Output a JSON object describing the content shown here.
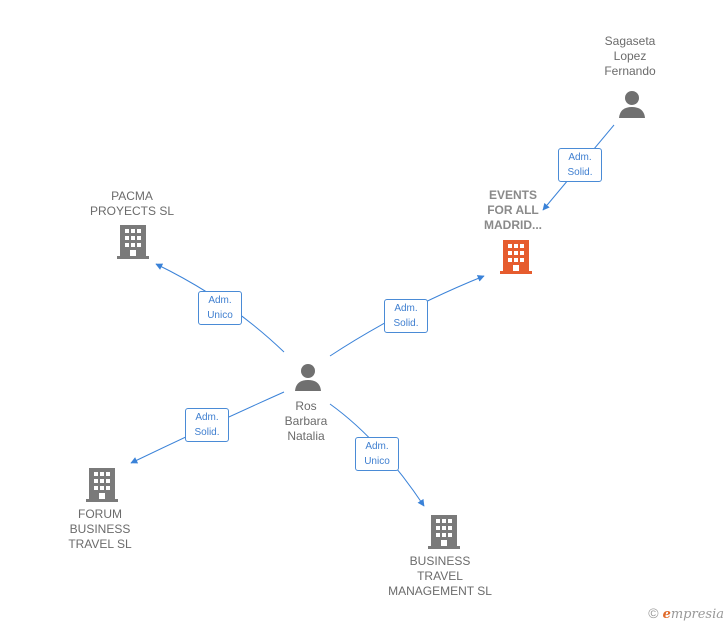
{
  "colors": {
    "link": "#3a82d8",
    "building": "#7a7a7a",
    "building_focus": "#e65c2e",
    "person": "#707070"
  },
  "nodes": {
    "sagaseta": {
      "label": "Sagaseta\nLopez\nFernando",
      "icon": "person-icon"
    },
    "events": {
      "label": "EVENTS\nFOR ALL\nMADRID...",
      "icon": "building-icon"
    },
    "pacma": {
      "label": "PACMA\nPROYECTS SL",
      "icon": "building-icon"
    },
    "ros": {
      "label": "Ros\nBarbara\nNatalia",
      "icon": "person-icon"
    },
    "forum": {
      "label": "FORUM\nBUSINESS\nTRAVEL SL",
      "icon": "building-icon"
    },
    "btm": {
      "label": "BUSINESS\nTRAVEL\nMANAGEMENT SL",
      "icon": "building-icon"
    }
  },
  "edges": {
    "sagaseta_events": {
      "line1": "Adm.",
      "line2": "Solid."
    },
    "ros_pacma": {
      "line1": "Adm.",
      "line2": "Unico"
    },
    "ros_events": {
      "line1": "Adm.",
      "line2": "Solid."
    },
    "ros_forum": {
      "line1": "Adm.",
      "line2": "Solid."
    },
    "ros_btm": {
      "line1": "Adm.",
      "line2": "Unico"
    }
  },
  "footer": {
    "copyright": "©",
    "brand_first": "e",
    "brand_rest": "mpresia"
  }
}
